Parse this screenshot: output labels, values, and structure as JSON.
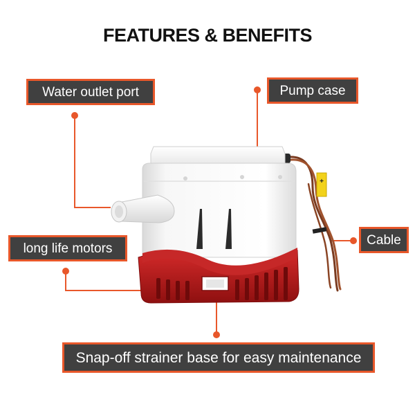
{
  "title": "FEATURES & BENEFITS",
  "labels": {
    "water_outlet": "Water outlet port",
    "pump_case": "Pump case",
    "motors": "long life motors",
    "cable": "Cable",
    "strainer": "Snap-off strainer base for easy maintenance"
  },
  "colors": {
    "accent": "#e8572a",
    "label_bg": "#404040",
    "base_red": "#b71c1c",
    "case_white": "#f4f4f4"
  }
}
